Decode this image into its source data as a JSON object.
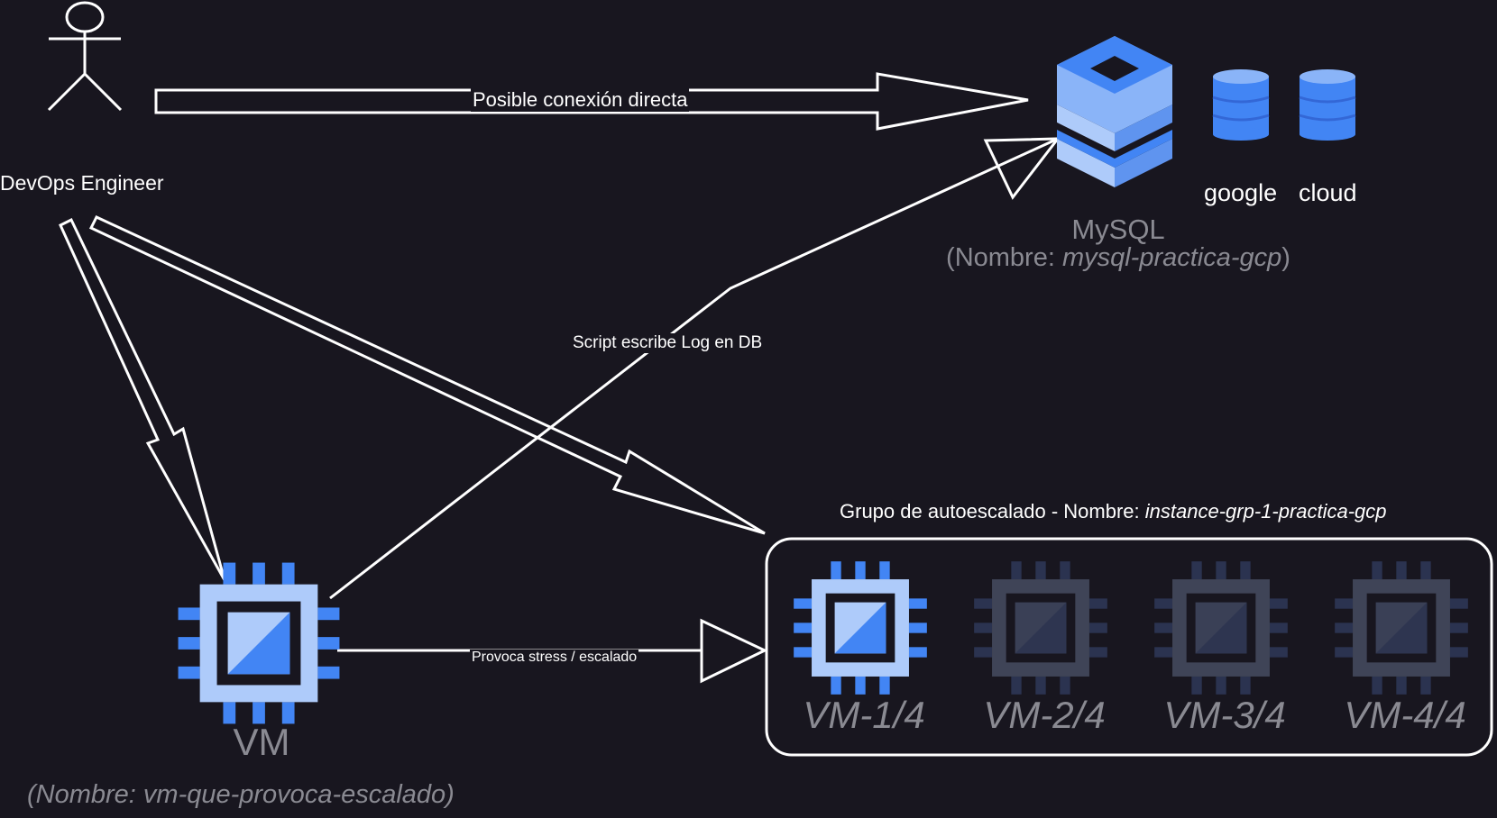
{
  "actor": {
    "name": "DevOps Engineer"
  },
  "database": {
    "title": "MySQL",
    "subtitle_prefix": "(Nombre: ",
    "subtitle_name": "mysql-practica-gcp",
    "subtitle_suffix": ")",
    "cloud_words": [
      "google",
      "cloud"
    ]
  },
  "edges": {
    "direct_connection": "Posible conexión directa",
    "script_log": "Script escribe Log en DB",
    "stress": "Provoca stress / escalado"
  },
  "vm": {
    "title": "VM",
    "subtitle": "(Nombre: vm-que-provoca-escalado)"
  },
  "autoscaling_group": {
    "title_prefix": "Grupo de autoescalado - Nombre: ",
    "title_name": "instance-grp-1-practica-gcp",
    "instances": [
      {
        "label": "VM-1/4",
        "active": true
      },
      {
        "label": "VM-2/4",
        "active": false
      },
      {
        "label": "VM-3/4",
        "active": false
      },
      {
        "label": "VM-4/4",
        "active": false
      }
    ]
  },
  "colors": {
    "background": "#18161f",
    "stroke": "#ffffff",
    "gcp_blue": "#4285f4",
    "gcp_light_blue": "#aecbfa",
    "inactive_chip": "#3f4457",
    "inactive_chip_pins": "#2b3350",
    "muted_text": "#8a8a92"
  }
}
